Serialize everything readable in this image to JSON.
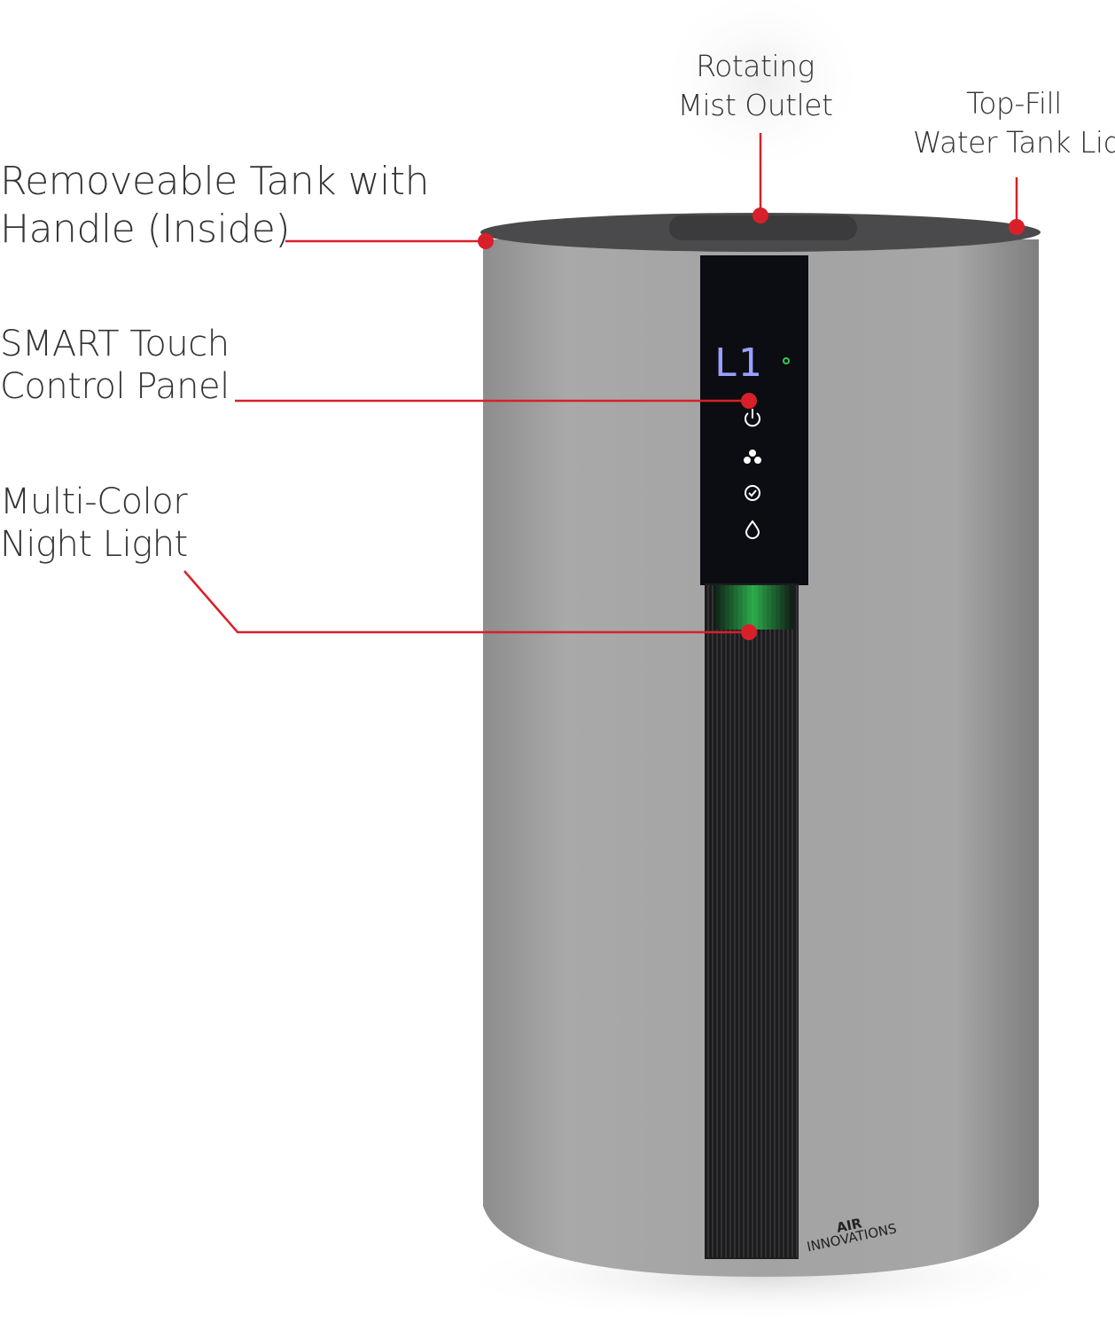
{
  "callouts": {
    "tank": "Removeable Tank with\nHandle (Inside)",
    "tank_line1": "Removeable Tank with",
    "tank_line2": "Handle (Inside)",
    "panel_line1": "SMART Touch",
    "panel_line2": "Control Panel",
    "light_line1": "Multi-Color",
    "light_line2": "Night Light",
    "mist_line1": "Rotating",
    "mist_line2": "Mist Outlet",
    "lid_line1": "Top-Fill",
    "lid_line2": "Water Tank Lid"
  },
  "display": {
    "readout": "L1"
  },
  "panel_icons": [
    "power-icon",
    "mist-level-icon",
    "timer-icon",
    "humidity-icon"
  ],
  "brand": {
    "line1": "AIR",
    "line2": "INNOVATIONS"
  },
  "colors": {
    "callout": "#d8202a",
    "body": "#9a9a9a",
    "lid": "#4a4a4c",
    "panel": "#0b0d12",
    "display": "#9aa0ff",
    "night_light": "#2ecc55"
  }
}
